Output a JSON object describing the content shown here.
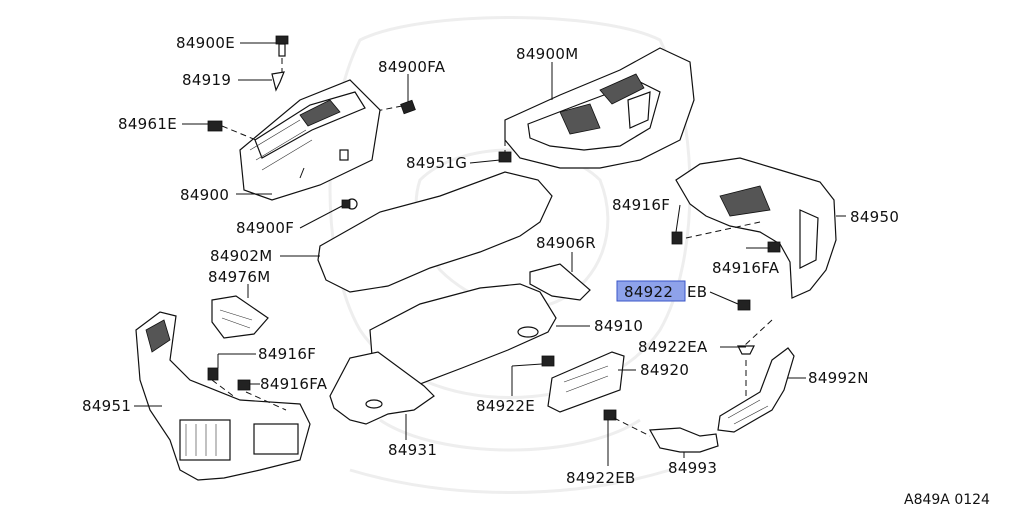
{
  "diagram": {
    "labels": {
      "l_84900E": "84900E",
      "l_84919": "84919",
      "l_84900FA": "84900FA",
      "l_84961E": "84961E",
      "l_84900M": "84900M",
      "l_84951G": "84951G",
      "l_84900": "84900",
      "l_84900F": "84900F",
      "l_84916F_top": "84916F",
      "l_84950": "84950",
      "l_84902M": "84902M",
      "l_84906R": "84906R",
      "l_84916FA_top": "84916FA",
      "l_84976M": "84976M",
      "l_84922_hl": "84922",
      "l_EB_suffix": "EB",
      "l_84910": "84910",
      "l_84916F_low": "84916F",
      "l_84922EA": "84922EA",
      "l_84916FA_low": "84916FA",
      "l_84920": "84920",
      "l_84992N": "84992N",
      "l_84951": "84951",
      "l_84922E": "84922E",
      "l_84931": "84931",
      "l_84993": "84993",
      "l_84922EB_low": "84922EB"
    },
    "reference_code": "A849A 0124",
    "highlight_color": "#8ea2ea"
  }
}
